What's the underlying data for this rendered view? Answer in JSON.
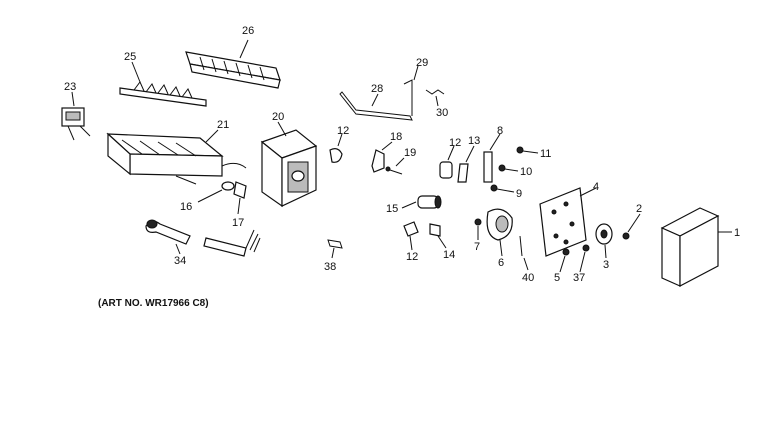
{
  "art_number": "(ART NO. WR17966 C8)",
  "labels": {
    "p1": "1",
    "p2": "2",
    "p3": "3",
    "p4": "4",
    "p5": "5",
    "p6": "6",
    "p7": "7",
    "p8": "8",
    "p9": "9",
    "p10": "10",
    "p11": "11",
    "p12a": "12",
    "p12b": "12",
    "p12c": "12",
    "p13": "13",
    "p14": "14",
    "p15": "15",
    "p16": "16",
    "p17": "17",
    "p18": "18",
    "p19": "19",
    "p20": "20",
    "p21": "21",
    "p23": "23",
    "p25": "25",
    "p26": "26",
    "p28": "28",
    "p29": "29",
    "p30": "30",
    "p34": "34",
    "p37": "37",
    "p38": "38",
    "p40": "40"
  }
}
